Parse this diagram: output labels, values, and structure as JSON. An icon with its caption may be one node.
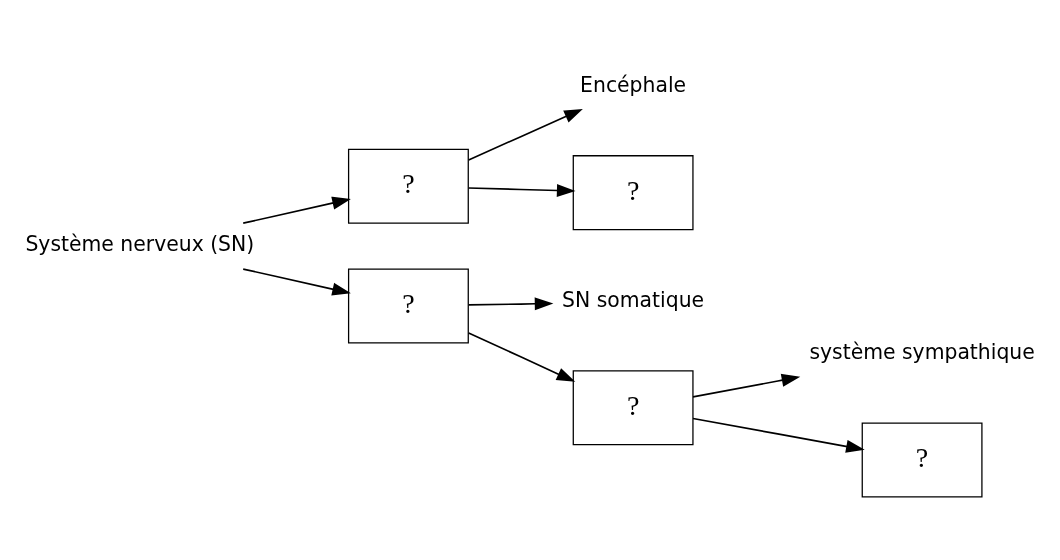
{
  "diagram": {
    "nodes": [
      {
        "text": [
          "Système nerveux (SN)"
        ]
      },
      {
        "text": [
          "?"
        ]
      },
      {
        "text": [
          "Encéphale"
        ]
      },
      {
        "text": [
          "?"
        ]
      },
      {
        "text": [
          "?"
        ]
      },
      {
        "text": [
          "SN somatique"
        ]
      },
      {
        "text": [
          "?"
        ]
      },
      {
        "text": [
          "système sympathique"
        ]
      },
      {
        "text": [
          "?"
        ]
      }
    ],
    "edges": [
      {
        "from": 0,
        "to": 1,
        "arrow": "to"
      },
      {
        "from": 0,
        "to": 4,
        "arrow": "to"
      },
      {
        "from": 1,
        "to": 2,
        "arrow": "to"
      },
      {
        "from": 1,
        "to": 3,
        "arrow": "to"
      },
      {
        "from": 4,
        "to": 5,
        "arrow": "to"
      },
      {
        "from": 4,
        "to": 6,
        "arrow": "to"
      },
      {
        "from": 6,
        "to": 7,
        "arrow": "to"
      },
      {
        "from": 6,
        "to": 8,
        "arrow": "to"
      }
    ]
  }
}
